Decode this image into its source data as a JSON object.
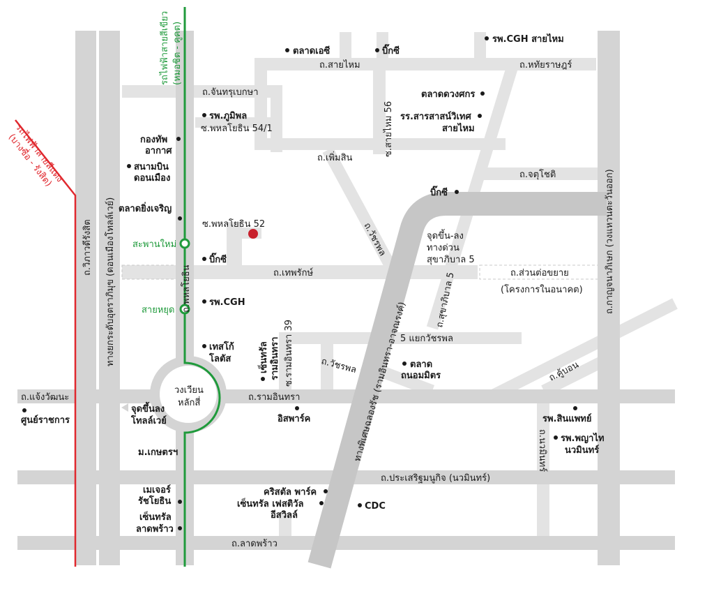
{
  "map": {
    "colors": {
      "road_minor": "#e3e3e3",
      "road_major": "#cfcfcf",
      "expressway": "#bdbdbd",
      "green_line": "#1f9a3b",
      "red_line": "#e0282e",
      "target": "#c8202c",
      "text": "#1a1a1a"
    },
    "rail": {
      "green_line": "รถไฟฟ้าสายสีเขียว",
      "green_line_sub": "(หมอชิต - คูคต)",
      "red_line": "รถไฟฟ้าสายสีแดง",
      "red_line_sub": "(บางซื่อ - รังสิต)"
    },
    "stations": {
      "saphan_mai": "สะพานใหม่",
      "sai_yud": "สายหยุด"
    },
    "target": {
      "label": "ซ.พหลโยธิน 52"
    },
    "roads": {
      "vibhavadi": "ถ.วิภาวดีรังสิต",
      "don_mueang_tollway": "ทางยกระดับอุตราภิมุข (ดอนเมืองโทลล์เวย์)",
      "phahonyothin": "ถ.พหลโยธิน",
      "chanthrubeksa": "ถ.จันทรุเบกษา",
      "soi_phahon_54_1": "ซ.พหลโยธิน 54/1",
      "sai_mai": "ถ.สายไหม",
      "hathairat": "ถ.หทัยราษฎร์",
      "soi_sai_mai_56": "ซ.สายไหม 56",
      "phoem_sin": "ถ.เพิ่มสิน",
      "chatuchot": "ถ.จตุโชติ",
      "watcharaphon_diag": "ถ.วัชรพล",
      "kanchanaphisek": "ถ.กาญจนาภิเษก (วงแหวนตะวันออก)",
      "ramp_sukhaphiban5_1": "จุดขึ้น-ลง",
      "ramp_sukhaphiban5_2": "ทางด่วน",
      "ramp_sukhaphiban5_3": "สุขาภิบาล 5",
      "thep_rak": "ถ.เทพรักษ์",
      "extension": "ถ.ส่วนต่อขยาย",
      "extension_note": "(โครงการในอนาคต)",
      "sukhaphiban5": "ถ.สุขาภิบาล 5",
      "five_intersection": "5 แยกวัชรพล",
      "watcharaphon": "ถ.วัชรพล",
      "soi_ram_inthra_39": "ซ.รามอินทรา 39",
      "expressway": "ทางพิเศษฉลองรัช (รามอินทรา-อาจณรงค์)",
      "khu_bon": "ถ.คู้บอน",
      "chaeng_watthana": "ถ.แจ้งวัฒนะ",
      "ram_inthra": "ถ.รามอินทรา",
      "circle_1": "วงเวียน",
      "circle_2": "หลักสี่",
      "prasert_manukit": "ถ.ประเสริฐมนูกิจ (นวมินทร์)",
      "nawamin": "ถ.นวมินทร์",
      "lat_phrao": "ถ.ลาดพร้าว"
    },
    "pois": {
      "talad_ac": "ตลาดเอซี",
      "big_c_1": "บิ๊กซี",
      "cgh_sai_mai": "รพ.CGH สายไหม",
      "talad_duangsakorn": "ตลาดดวงศกร",
      "school_1": "รร.สารสาสน์วิเทศ",
      "school_2": "สายไหม",
      "bhumibol": "รพ.ภูมิพล",
      "rtaf_1": "กองทัพ",
      "rtaf_2": "อากาศ",
      "dmk_1": "สนามบิน",
      "dmk_2": "ดอนเมือง",
      "yingcharoen": "ตลาดยิ่งเจริญ",
      "big_c_2": "บิ๊กซี",
      "big_c_3": "บิ๊กซี",
      "cgh": "รพ.CGH",
      "lotus_1": "เทสโก้",
      "lotus_2": "โลตัส",
      "central_ram_1": "เซ็นทรัล",
      "central_ram_2": "รามอินทรา",
      "talad_1": "ตลาด",
      "talad_2": "ถนอมมิตร",
      "ishopp": "อิสพาร์ค",
      "govt_center": "ศูนย์ราชการ",
      "tollway_ramp_1": "จุดขึ้นลง",
      "tollway_ramp_2": "โทลล์เวย์",
      "kasetsart": "ม.เกษตรฯ",
      "sinphat": "รพ.สินแพทย์",
      "phyathai_1": "รพ.พญาไท",
      "phyathai_2": "นวมินทร์",
      "major_1": "เมเจอร์",
      "major_2": "รัชโยธิน",
      "crystal": "คริสตัล พาร์ค",
      "cfe_1": "เซ็นทรัล เฟสติวัล",
      "cfe_2": "อีสวิลล์",
      "cdc": "CDC",
      "central_lp_1": "เซ็นทรัล",
      "central_lp_2": "ลาดพร้าว"
    }
  }
}
